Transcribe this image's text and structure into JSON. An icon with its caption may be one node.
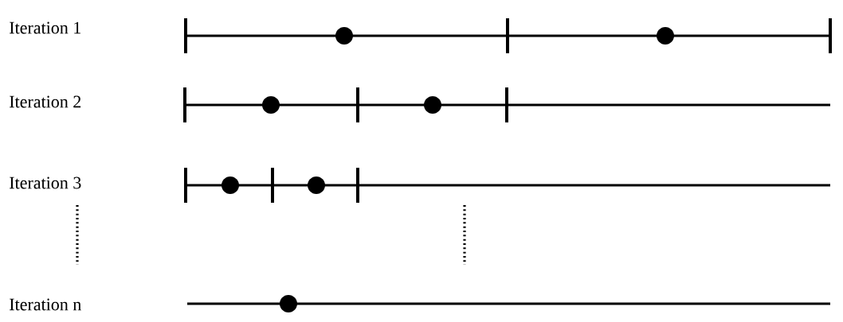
{
  "diagram": {
    "labels": [
      "Iteration 1",
      "Iteration 2",
      "Iteration 3",
      "Iteration n"
    ]
  }
}
